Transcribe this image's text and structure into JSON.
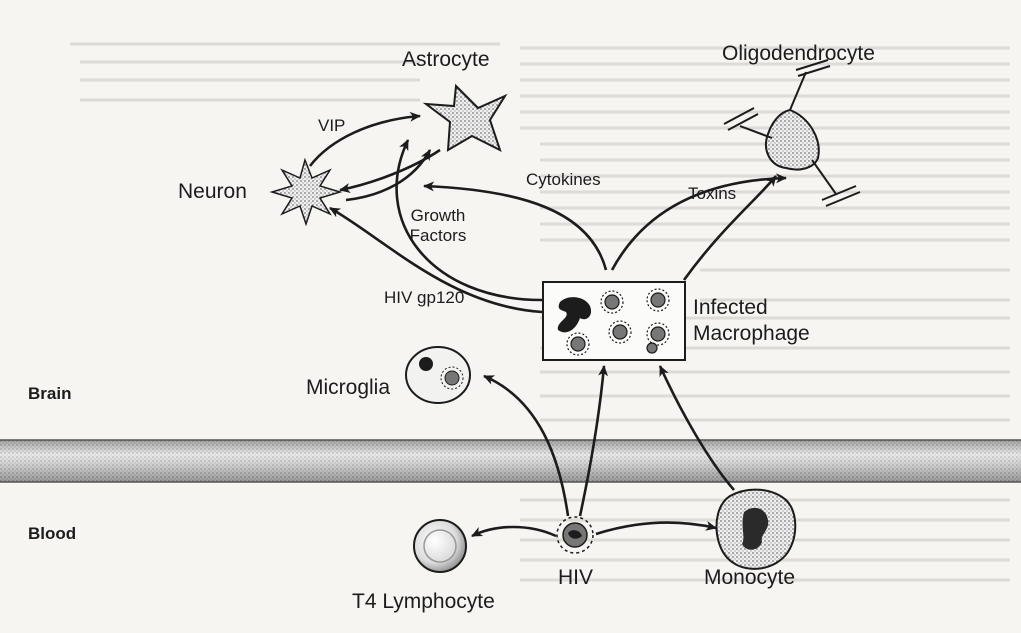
{
  "zones": {
    "brain": "Brain",
    "blood": "Blood"
  },
  "cells": {
    "astrocyte": "Astrocyte",
    "oligodendrocyte": "Oligodendrocyte",
    "neuron": "Neuron",
    "infected_macrophage_line1": "Infected",
    "infected_macrophage_line2": "Macrophage",
    "microglia": "Microglia",
    "t4_lymphocyte": "T4 Lymphocyte",
    "hiv": "HIV",
    "monocyte": "Monocyte"
  },
  "arrow_labels": {
    "vip": "VIP",
    "cytokines": "Cytokines",
    "toxins": "Toxins",
    "growth_factors_line1": "Growth",
    "growth_factors_line2": "Factors",
    "hiv_gp120": "HIV gp120"
  },
  "colors": {
    "ink": "#1c1c1c",
    "paper": "#f6f5f1",
    "barrier_mid": "#8a8a8a",
    "barrier_light": "#d9d9d9"
  }
}
